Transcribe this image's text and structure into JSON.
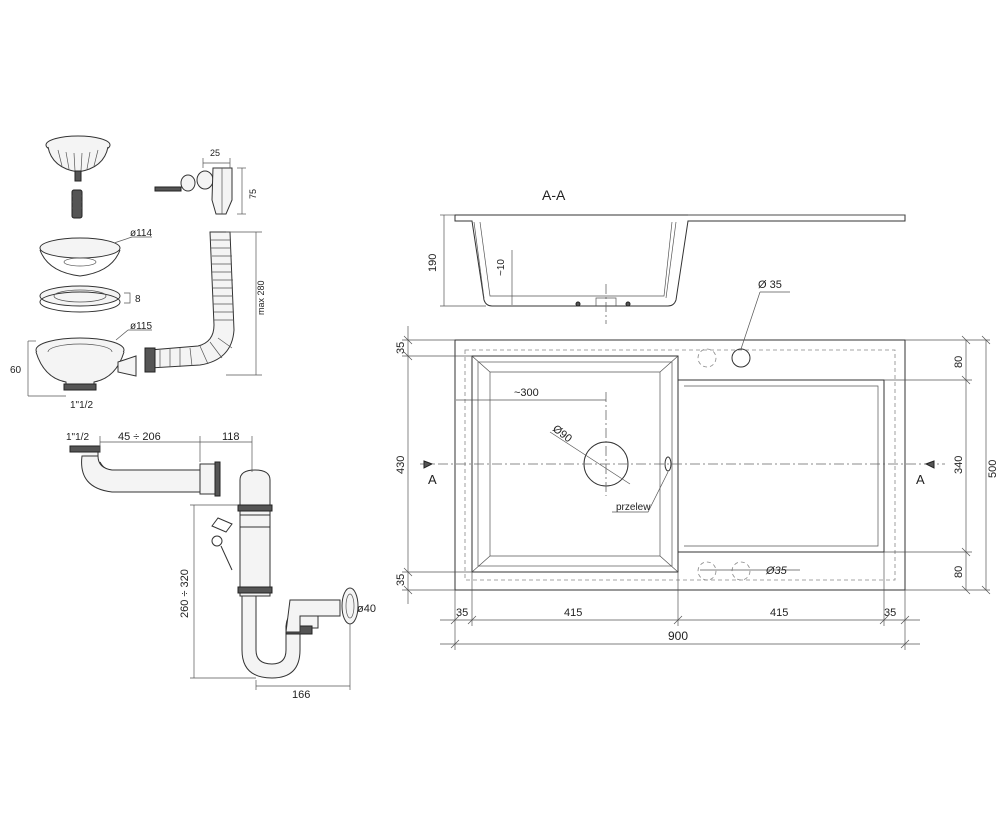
{
  "section_title": "A-A",
  "section_marker": "A",
  "overflow_label": "przelew",
  "kit": {
    "d114": "ø114",
    "thickness": "8",
    "d115": "ø115",
    "height": "60",
    "thread": "1\"1/2",
    "w25": "25",
    "h75": "75",
    "hose": "max 280"
  },
  "siphon": {
    "thread": "1\"1/2",
    "range": "45 ÷ 206",
    "w118": "118",
    "height": "260 ÷ 320",
    "outlet": "ø40",
    "w166": "166"
  },
  "section": {
    "depth": "190",
    "wall": "~10"
  },
  "plan": {
    "hole1": "Ø 35",
    "hole2": "Ø35",
    "drain": "Ø90",
    "bowl_center": "~300",
    "left_top": "35",
    "left_height": "430",
    "left_bottom": "35",
    "right_top": "80",
    "right_mid": "340",
    "right_bottom": "80",
    "right_total": "500",
    "b1": "35",
    "b2": "415",
    "b3": "415",
    "b4": "35",
    "total": "900"
  }
}
